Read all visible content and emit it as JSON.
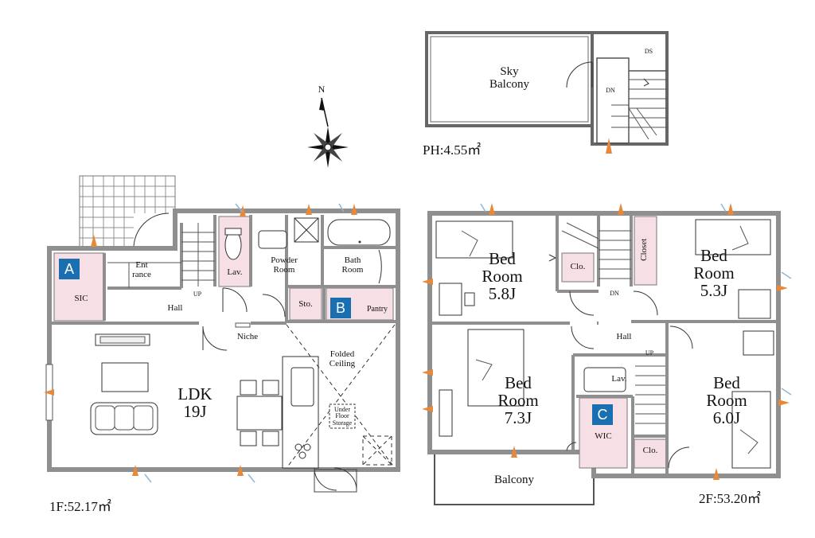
{
  "floor1": {
    "area": "1F:52.17㎡",
    "rooms": {
      "entrance": "Ent\nrance",
      "sic": "SIC",
      "hall": "Hall",
      "up": "UP",
      "lav": "Lav.",
      "powder_room": "Powder\nRoom",
      "bath_room": "Bath\nRoom",
      "sto": "Sto.",
      "pantry": "Pantry",
      "niche": "Niche",
      "folded_ceiling": "Folded\nCeiling",
      "ldk": "LDK\n19J",
      "under_floor_storage": "Under\nFloor\nStorage"
    },
    "badges": {
      "a": "A",
      "b": "B"
    }
  },
  "floor2": {
    "area": "2F:53.20㎡",
    "rooms": {
      "bed_nw": "Bed\nRoom\n5.8J",
      "clo_nw": "Clo.",
      "dn": "DN",
      "closet": "Closet",
      "bed_ne": "Bed\nRoom\n5.3J",
      "hall": "Hall",
      "up": "UP",
      "bed_sw": "Bed\nRoom\n7.3J",
      "lav": "Lav.",
      "wic": "WIC",
      "clo_se": "Clo.",
      "bed_se": "Bed\nRoom\n6.0J",
      "balcony": "Balcony"
    },
    "badges": {
      "c": "C"
    }
  },
  "penthouse": {
    "area": "PH:4.55㎡",
    "rooms": {
      "sky_balcony": "Sky\nBalcony",
      "ds": "DS",
      "dn": "DN"
    }
  },
  "compass": {
    "north_label": "N"
  },
  "colors": {
    "wall": "#8f8f8f",
    "storage_fill": "#f7dfe6",
    "badge": "#1a6fb0",
    "window_arrow": "#e8893a",
    "window_blue": "#8fb6d6"
  }
}
